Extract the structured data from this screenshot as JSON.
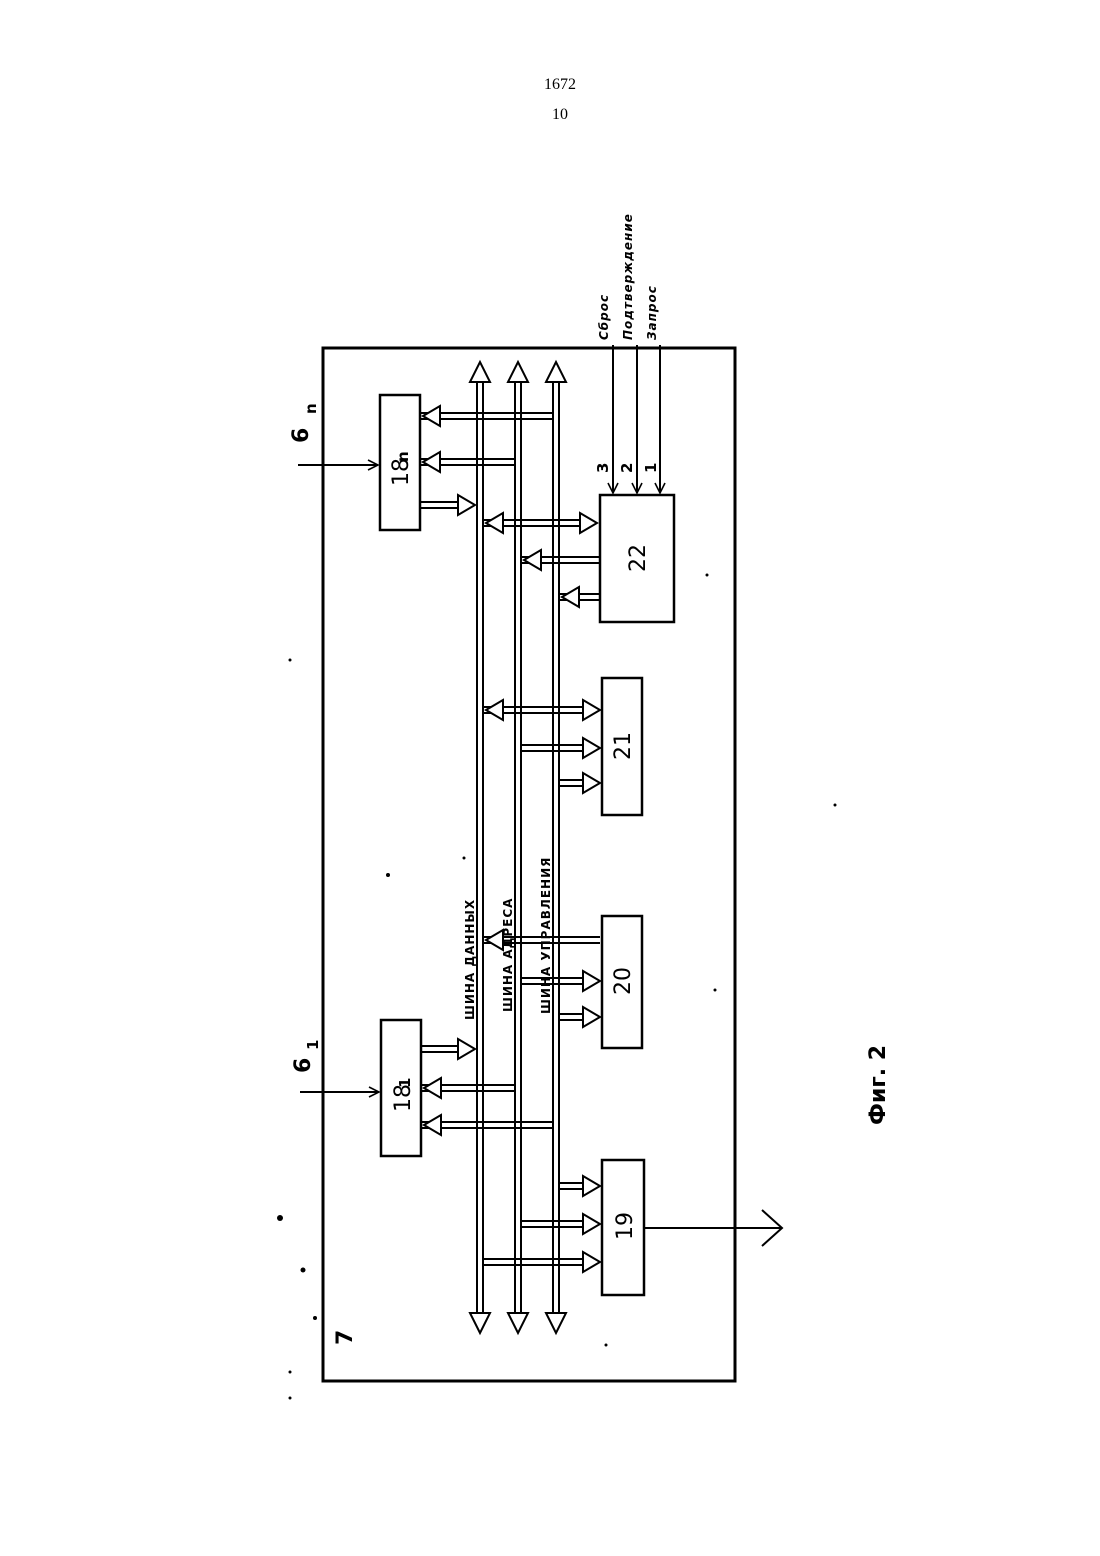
{
  "header": {
    "code": "1672",
    "page": "10"
  },
  "blocks": {
    "b18_1": {
      "main": "18",
      "sub": "1"
    },
    "b18_n": {
      "main": "18",
      "sub": "n"
    },
    "b19": "19",
    "b20": "20",
    "b21": "21",
    "b22": "22"
  },
  "enclosure_label": "7",
  "inputs": {
    "in6_1": {
      "main": "6",
      "sub": "1"
    },
    "in6_n": {
      "main": "6",
      "sub": "n"
    }
  },
  "buses": {
    "data": "ШИНА ДАННЫХ",
    "address": "ШИНА АДРЕСА",
    "control": "ШИНА УПРАВЛЕНИЯ"
  },
  "signals": {
    "reset": "Сброс",
    "confirm": "Подтверждение",
    "request": "Запрос"
  },
  "signal_numbers": [
    "3",
    "2",
    "1"
  ],
  "caption": "Фиг. 2"
}
